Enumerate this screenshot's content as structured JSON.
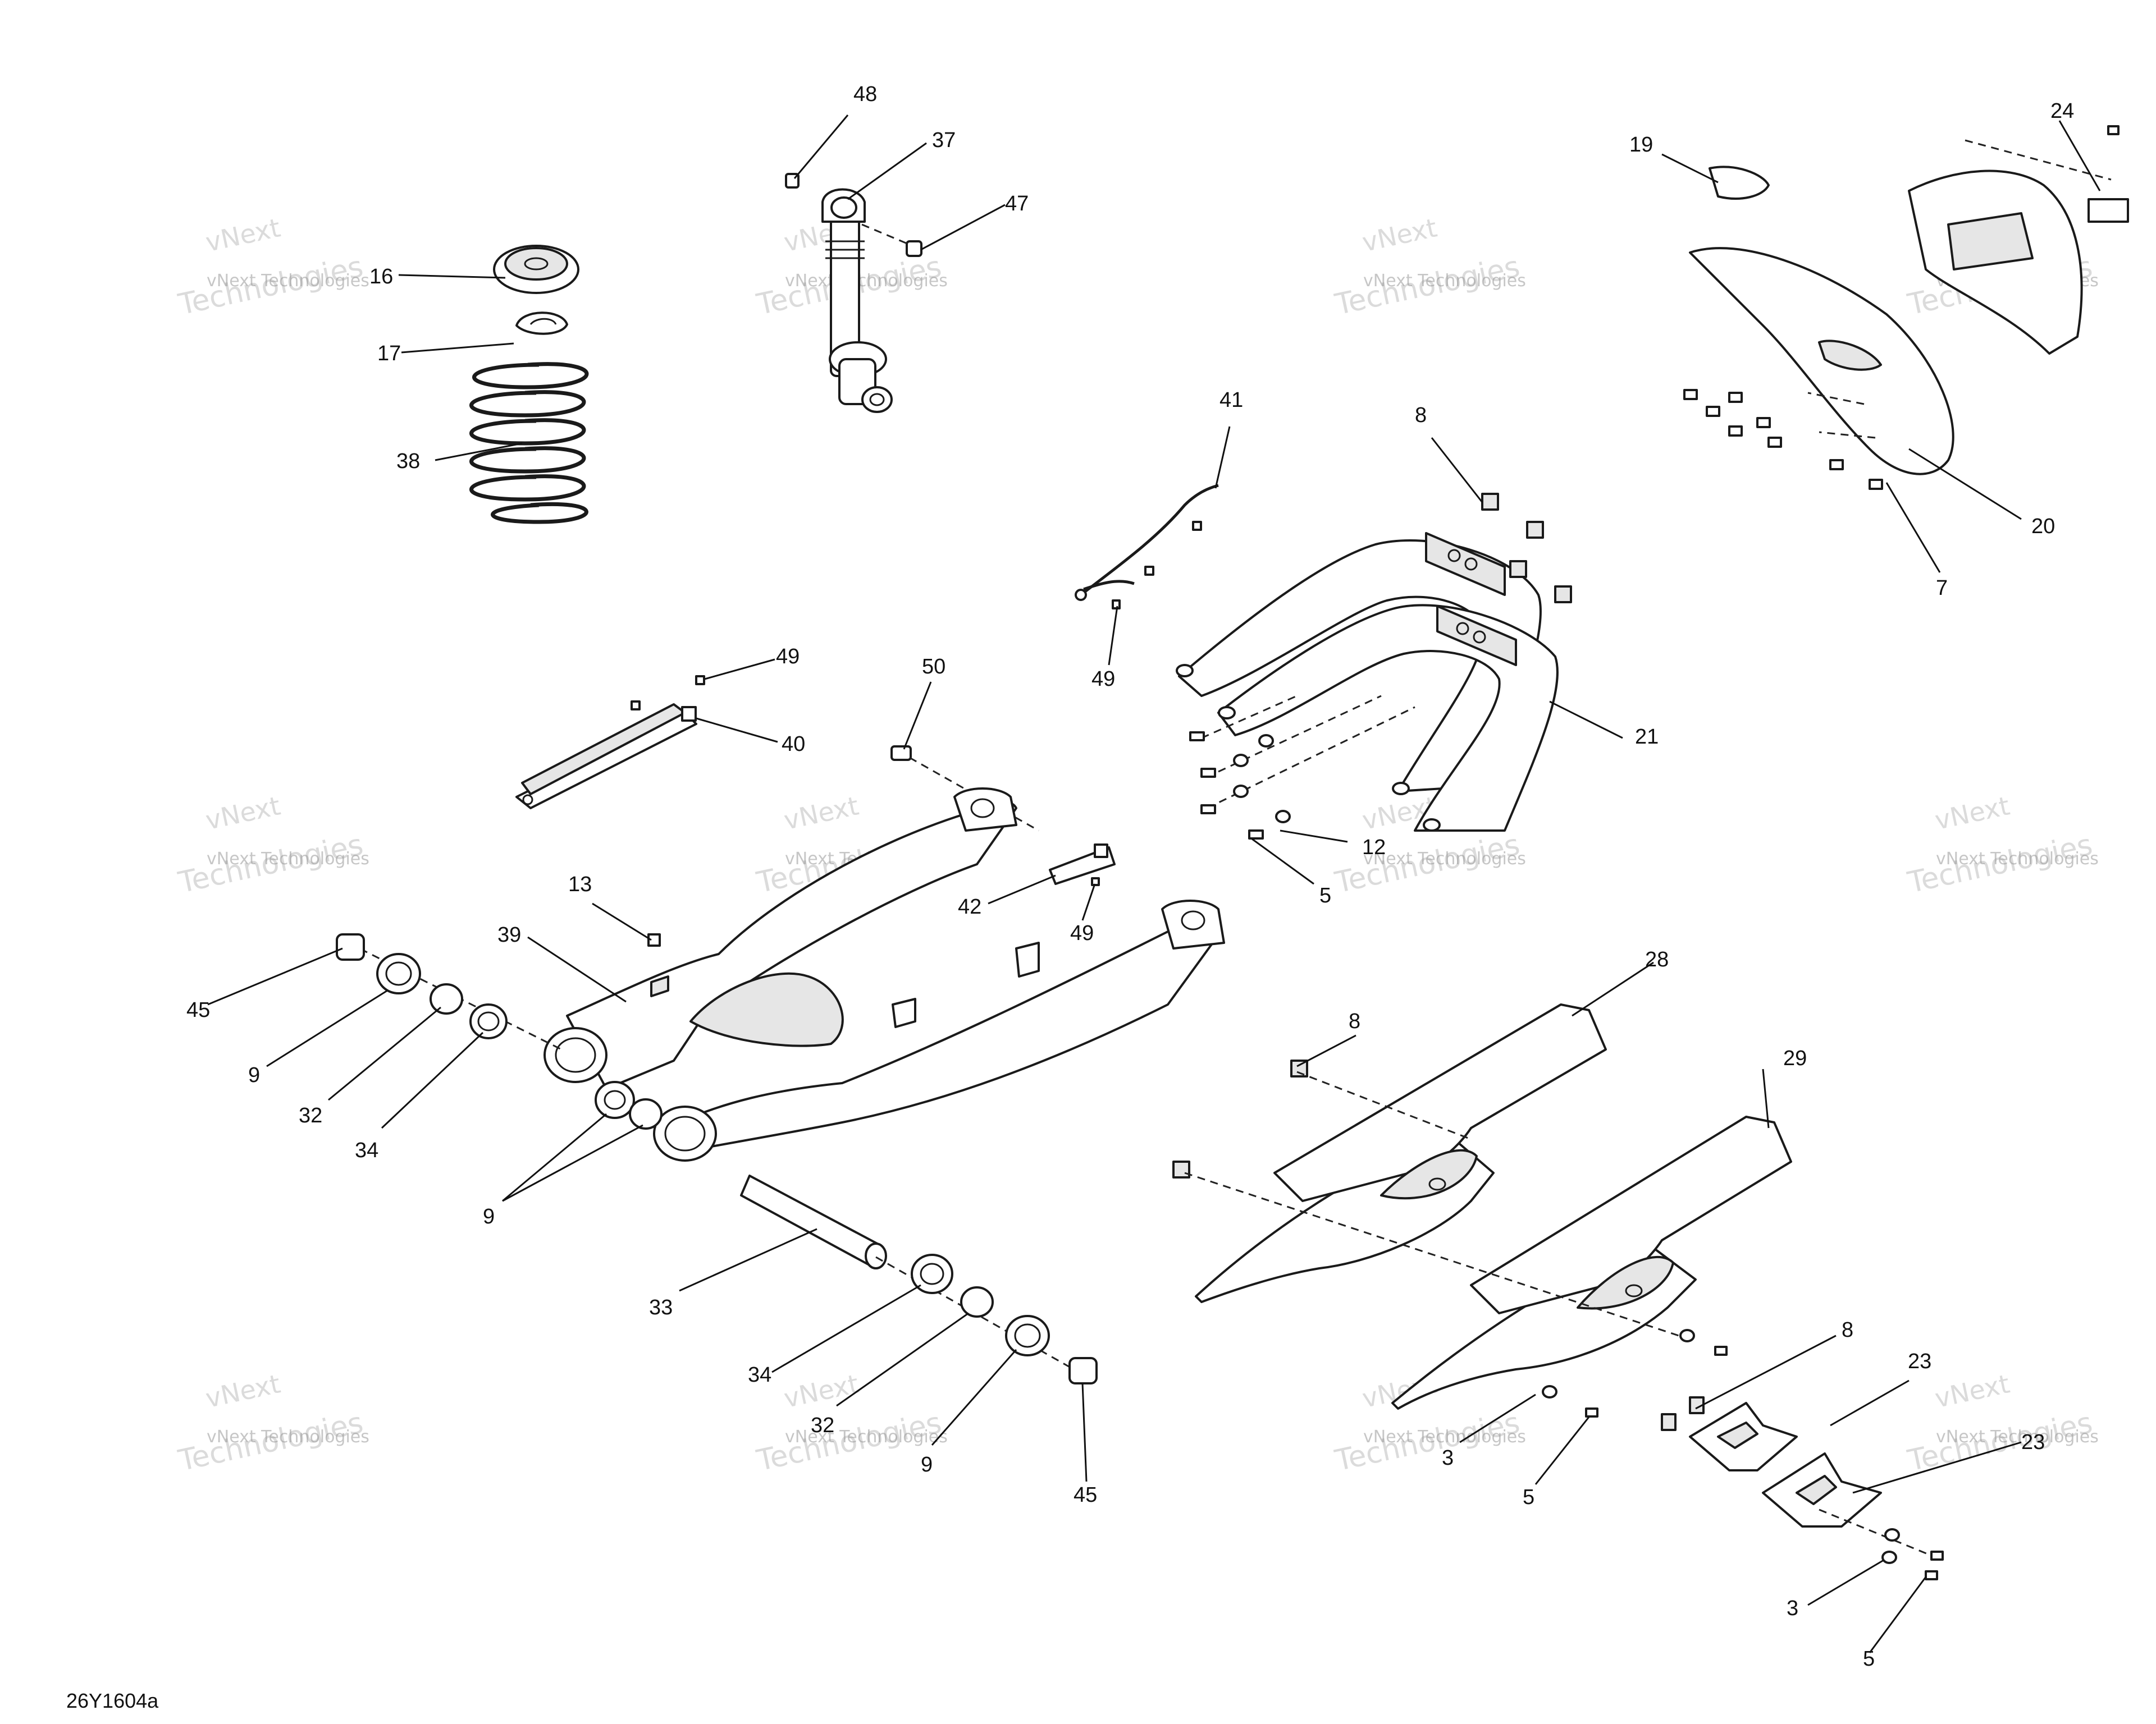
{
  "diagram_code": "26Y1604a",
  "callouts": {
    "c48": "48",
    "c37": "37",
    "c47": "47",
    "c16": "16",
    "c17": "17",
    "c38": "38",
    "c19": "19",
    "c24": "24",
    "c20": "20",
    "c7": "7",
    "c41": "41",
    "c8a": "8",
    "c49a": "49",
    "c21": "21",
    "c12": "12",
    "c5a": "5",
    "c49b": "49",
    "c40": "40",
    "c50": "50",
    "c42": "42",
    "c49c": "49",
    "c13": "13",
    "c39": "39",
    "c45a": "45",
    "c9a": "9",
    "c32a": "32",
    "c34a": "34",
    "c9b": "9",
    "c33": "33",
    "c34b": "34",
    "c32b": "32",
    "c9c": "9",
    "c45b": "45",
    "c28": "28",
    "c8b": "8",
    "c29": "29",
    "c8c": "8",
    "c23a": "23",
    "c23b": "23",
    "c3a": "3",
    "c5b": "5",
    "c3b": "3",
    "c5c": "5"
  },
  "watermark": {
    "line1": "vNext Technologies",
    "brand_top": "vNext",
    "brand_bottom": "Technologies"
  }
}
